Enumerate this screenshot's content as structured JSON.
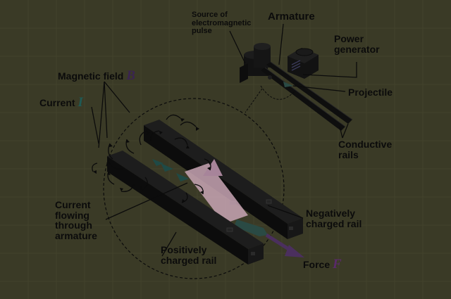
{
  "labels": {
    "source": "Source of electromagnetic pulse",
    "armature": "Armature",
    "power_generator": "Power generator",
    "projectile": "Projectile",
    "conductive_rails": "Conductive rails",
    "magnetic_field": "Magnetic field",
    "magnetic_field_symbol": "B",
    "current": "Current",
    "current_symbol": "I",
    "current_through_armature": "Current flowing through armature",
    "negative_rail": "Negatively charged rail",
    "positive_rail": "Positively charged rail",
    "force": "Force",
    "force_symbol": "F"
  },
  "colors": {
    "background": "#3a3a26",
    "rail": "#101010",
    "armature_glow": "#c9a6b5",
    "projectile": "#2a4a44",
    "force_arrow": "#4b2f5e",
    "current_symbol": "#1f5a55",
    "field_symbol": "#3a2450",
    "force_symbol": "#5a2a6a"
  }
}
